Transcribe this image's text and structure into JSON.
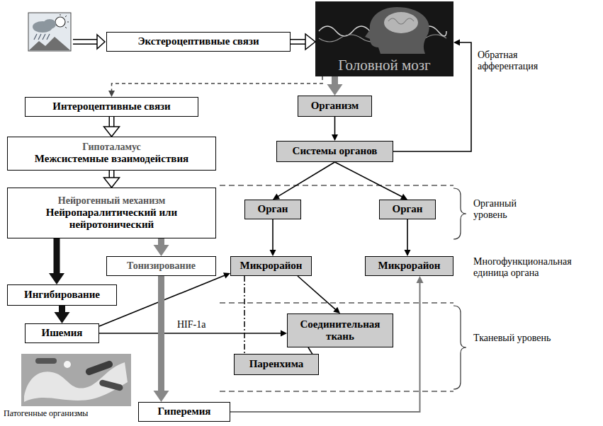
{
  "diagram": {
    "nodes": [
      {
        "text": [
          "Экстероцептивные связи"
        ]
      },
      {
        "text": [
          "Головной мозг"
        ]
      },
      {
        "text": [
          "Интероцептивные связи"
        ]
      },
      {
        "text": [
          "Организм"
        ]
      },
      {
        "text": [
          "Гипоталамус",
          "Межсистемные взаимодействия"
        ]
      },
      {
        "text": [
          "Системы органов"
        ]
      },
      {
        "text": [
          "Нейрогенный механизм",
          "Нейропаралитический или нейротонический"
        ]
      },
      {
        "text": [
          "Орган"
        ]
      },
      {
        "text": [
          "Орган"
        ]
      },
      {
        "text": [
          "Тонизирование"
        ]
      },
      {
        "text": [
          "Микрорайон"
        ]
      },
      {
        "text": [
          "Микрорайон"
        ]
      },
      {
        "text": [
          "Ингибирование"
        ]
      },
      {
        "text": [
          "Соединительная ткань"
        ]
      },
      {
        "text": [
          "Ишемия"
        ]
      },
      {
        "text": [
          "Паренхима"
        ]
      },
      {
        "text": [
          "Гиперемия"
        ]
      }
    ],
    "edges": [
      {
        "from": 0,
        "to": 1,
        "arrow": "to"
      },
      {
        "from": 1,
        "to": 2,
        "arrow": "to"
      },
      {
        "from": 1,
        "to": 3,
        "arrow": "to"
      },
      {
        "from": 3,
        "to": 5,
        "arrow": "to"
      },
      {
        "from": 5,
        "to": 1,
        "arrow": "to",
        "label": "Обратная афферентация"
      },
      {
        "from": 2,
        "to": 4,
        "arrow": "to"
      },
      {
        "from": 4,
        "to": 6,
        "arrow": "to"
      },
      {
        "from": 5,
        "to": 7,
        "arrow": "to"
      },
      {
        "from": 5,
        "to": 8,
        "arrow": "to"
      },
      {
        "from": 7,
        "to": 10,
        "arrow": "to"
      },
      {
        "from": 8,
        "to": 11,
        "arrow": "to"
      },
      {
        "from": 6,
        "to": 12,
        "arrow": "to"
      },
      {
        "from": 6,
        "to": 9,
        "arrow": "to"
      },
      {
        "from": 12,
        "to": 14,
        "arrow": "to"
      },
      {
        "from": 14,
        "to": 10,
        "arrow": "to"
      },
      {
        "from": 14,
        "to": 13,
        "arrow": "to",
        "label": "HIF-1a"
      },
      {
        "from": 10,
        "to": 13,
        "arrow": "to"
      },
      {
        "from": 10,
        "to": 15,
        "arrow": "none"
      },
      {
        "from": 13,
        "to": 15,
        "arrow": "to"
      },
      {
        "from": 9,
        "to": 16,
        "arrow": "to"
      },
      {
        "from": 16,
        "to": 11,
        "arrow": "to"
      }
    ],
    "labels": [
      "Органный уровень",
      "Многофункциональная единица органа",
      "Тканевый уровень",
      "Патогенные организмы"
    ]
  }
}
